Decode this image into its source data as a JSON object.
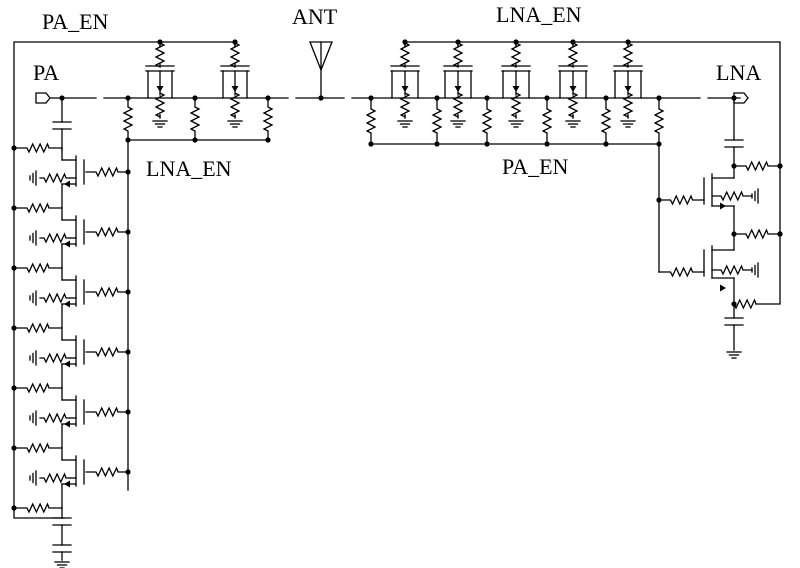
{
  "labels": {
    "pa_en_top": "PA_EN",
    "pa_port": "PA",
    "ant": "ANT",
    "lna_en_top": "LNA_EN",
    "lna_port": "LNA",
    "lna_en_mid": "LNA_EN",
    "pa_en_mid": "PA_EN"
  }
}
